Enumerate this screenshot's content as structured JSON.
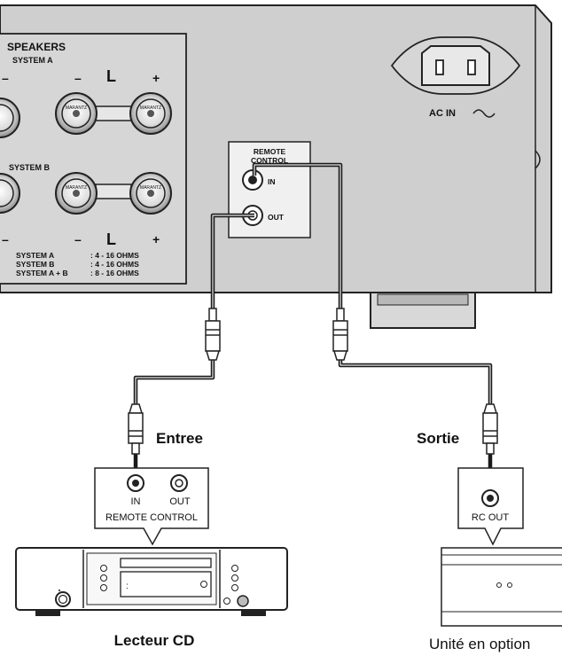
{
  "amp_panel": {
    "speakers_title": "SPEAKERS",
    "system_a_label": "SYSTEM A",
    "system_b_label": "SYSTEM B",
    "polarity_minus": "–",
    "polarity_plus": "+",
    "channel_left": "L",
    "terminal_brand": "MARANTZ",
    "impedance": [
      {
        "name": "SYSTEM  A",
        "value": ": 4 - 16 OHMS"
      },
      {
        "name": "SYSTEM  B",
        "value": ": 4 - 16 OHMS"
      },
      {
        "name": "SYSTEM  A + B",
        "value": ": 8 - 16 OHMS"
      }
    ],
    "ac_in_label": "AC IN",
    "remote_control_line1": "REMOTE",
    "remote_control_line2": "CONTROL",
    "remote_in": "IN",
    "remote_out": "OUT"
  },
  "connections": {
    "input_label": "Entree",
    "output_label": "Sortie"
  },
  "cd_player": {
    "jack_in": "IN",
    "jack_out": "OUT",
    "panel_label": "REMOTE CONTROL",
    "name": "Lecteur CD"
  },
  "optional_unit": {
    "jack_label": "RC OUT",
    "name": "Unité en option"
  }
}
